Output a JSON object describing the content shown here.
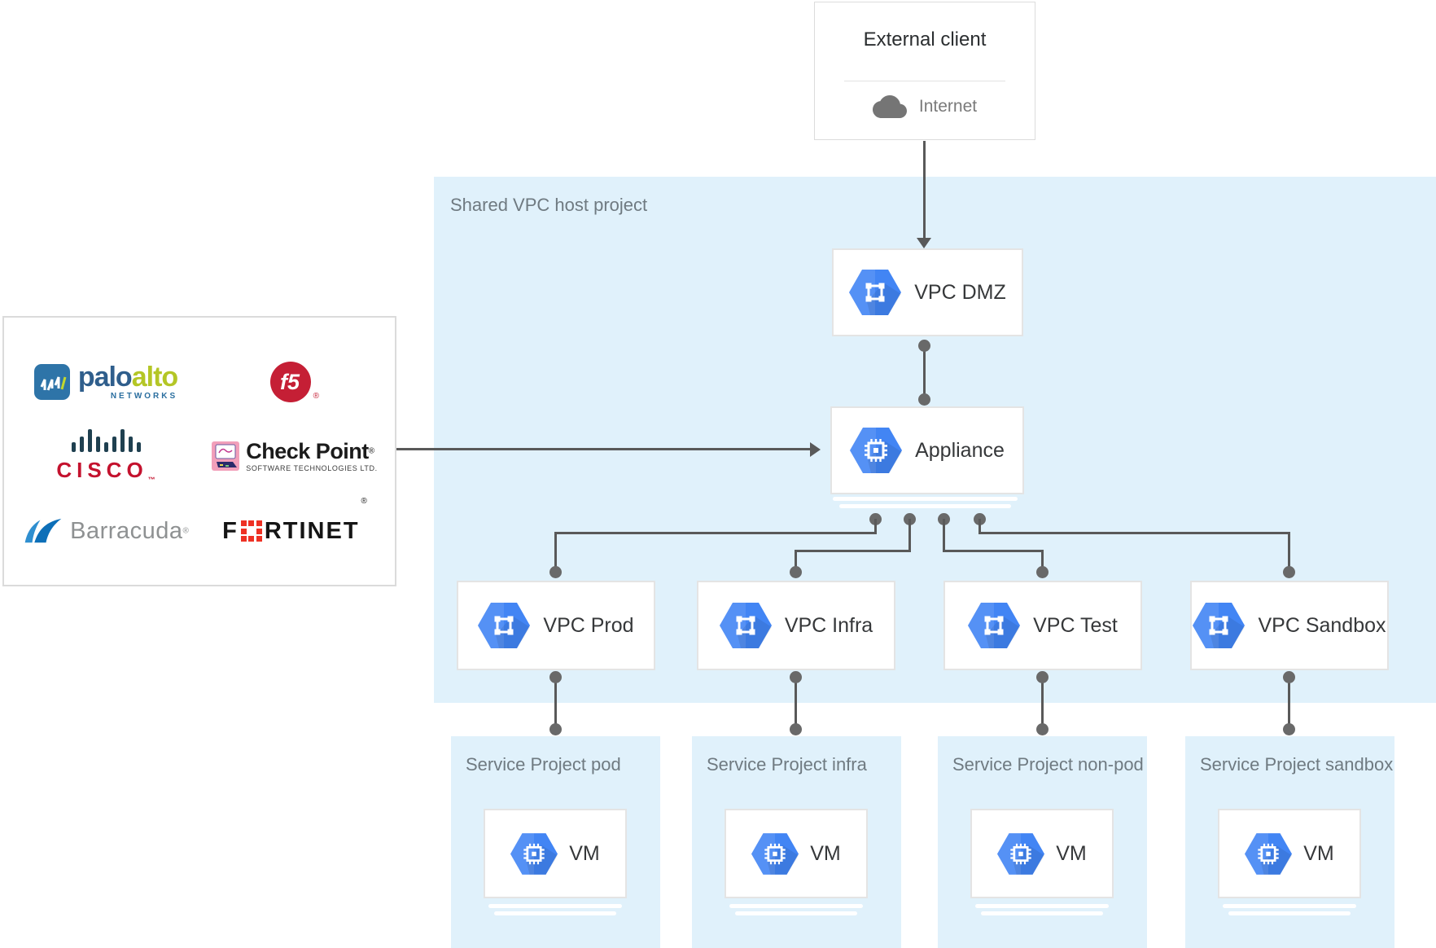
{
  "colors": {
    "region_fill": "#E0F1FB",
    "connector_gray": "#595959",
    "dot_gray": "#696969",
    "node_icon_blue": "#4285F4",
    "label_gray": "#6F7A81",
    "f5_red": "#C51F35",
    "cisco_red": "#C4122E",
    "fortinet_red": "#EE3124",
    "paloalto_blue": "#2F5E8C",
    "paloalto_green": "#B4C626",
    "barracuda_blue": "#0D6FB8",
    "checkpoint_pink": "#F29FBA"
  },
  "external_client": {
    "title": "External client",
    "connection_label": "Internet"
  },
  "host_project": {
    "label": "Shared VPC host project"
  },
  "dmz": {
    "label": "VPC DMZ"
  },
  "appliance": {
    "label": "Appliance"
  },
  "vpcs": [
    {
      "label": "VPC Prod"
    },
    {
      "label": "VPC Infra"
    },
    {
      "label": "VPC Test"
    },
    {
      "label": "VPC Sandbox"
    }
  ],
  "service_projects": [
    {
      "label": "Service Project pod",
      "vm_label": "VM"
    },
    {
      "label": "Service Project infra",
      "vm_label": "VM"
    },
    {
      "label": "Service Project non-pod",
      "vm_label": "VM"
    },
    {
      "label": "Service Project sandbox",
      "vm_label": "VM"
    }
  ],
  "vendors": {
    "palo_alto": {
      "word1": "palo",
      "word2": "alto",
      "sub": "NETWORKS"
    },
    "f5": {
      "text": "f5",
      "reg": "®"
    },
    "cisco": {
      "text": "CISCO",
      "tm": "™"
    },
    "check_point": {
      "name": "Check Point",
      "reg": "®",
      "sub": "SOFTWARE TECHNOLOGIES LTD."
    },
    "barracuda": {
      "text": "Barracuda",
      "reg": "®"
    },
    "fortinet": {
      "pre": "F",
      "post": "RTINET",
      "reg": "®"
    }
  }
}
